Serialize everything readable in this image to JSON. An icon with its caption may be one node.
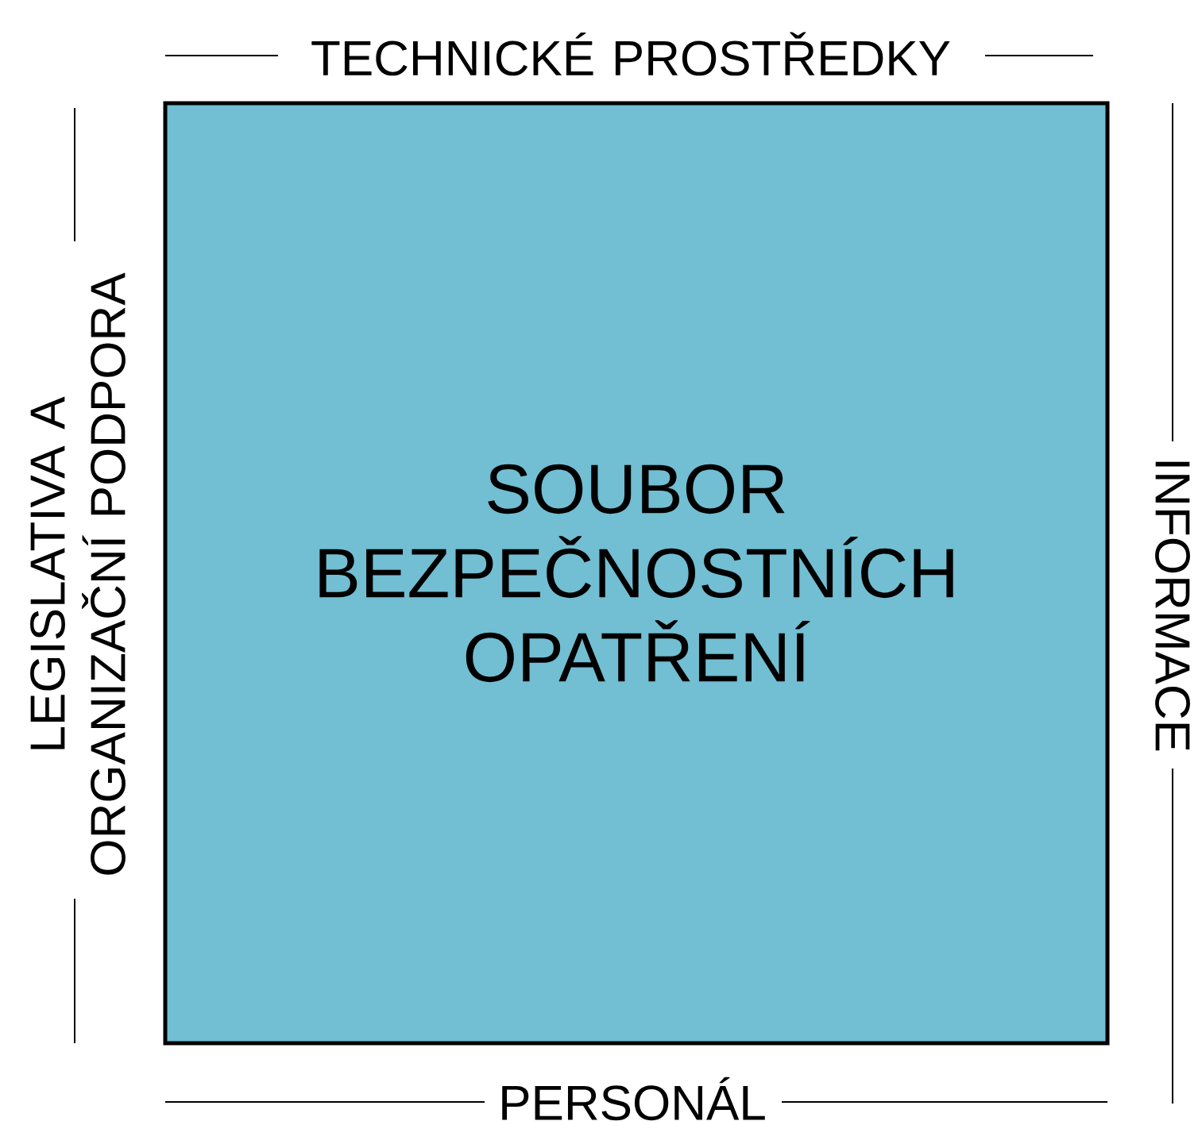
{
  "diagram": {
    "nodes": [
      {
        "text": [
          "SOUBOR BEZPEČNOSTNÍCH OPATŘENÍ"
        ]
      }
    ],
    "labels": [
      "TECHNICKÉ PROSTŘEDKY",
      "LEGISLATIVA A ORGANIZAČNÍ PODPORA",
      "INFORMACE",
      "PERSONÁL"
    ]
  }
}
